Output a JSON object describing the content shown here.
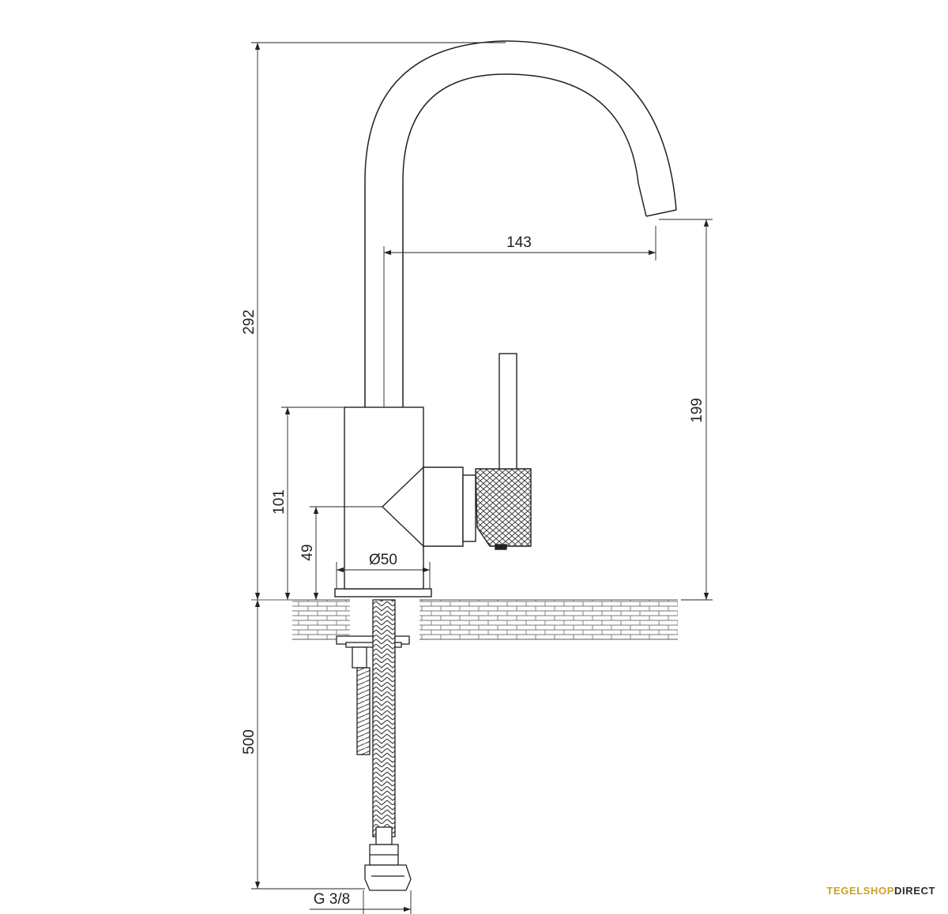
{
  "diagram": {
    "dimensions": {
      "total_height": "292",
      "spout_reach": "143",
      "spout_outlet_height": "199",
      "body_height": "101",
      "lever_axis_height": "49",
      "body_diameter": "Ø50",
      "hose_length": "500",
      "connection_thread": "G 3/8"
    }
  },
  "brand": {
    "part1": "TEGELSHOP",
    "part2": "DIRECT",
    "accent_color": "#c9a227",
    "dark_color": "#2b2b33"
  }
}
